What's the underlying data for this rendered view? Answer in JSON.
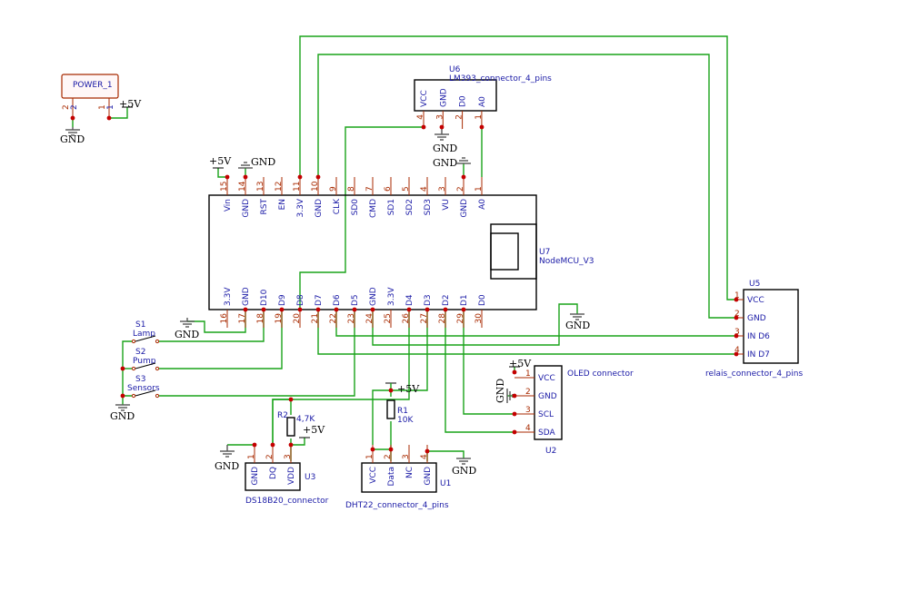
{
  "colors": {
    "wire": "#19a319",
    "body": "#000000",
    "pin": "#a82a00",
    "text": "#1a1aa6",
    "junction": "#c40000"
  },
  "power_1": {
    "ref": "POWER_1",
    "pin2_num": "2",
    "pin1_num": "1",
    "pin2_name": "2",
    "pin1_name": "1",
    "gnd_label": "GND",
    "vcc_label": "+5V"
  },
  "u6": {
    "ref": "U6",
    "value": "LM393_connector_4_pins",
    "pins": [
      {
        "num": "4",
        "name": "VCC"
      },
      {
        "num": "3",
        "name": "GND"
      },
      {
        "num": "2",
        "name": "D0"
      },
      {
        "num": "1",
        "name": "A0"
      }
    ],
    "gnd_label": "GND"
  },
  "u7": {
    "ref": "U7",
    "value": "NodeMCU_V3",
    "top_pins": [
      {
        "num": "15",
        "name": "Vin"
      },
      {
        "num": "14",
        "name": "GND"
      },
      {
        "num": "13",
        "name": "RST"
      },
      {
        "num": "12",
        "name": "EN"
      },
      {
        "num": "11",
        "name": "3.3V"
      },
      {
        "num": "10",
        "name": "GND"
      },
      {
        "num": "9",
        "name": "CLK"
      },
      {
        "num": "8",
        "name": "SD0"
      },
      {
        "num": "7",
        "name": "CMD"
      },
      {
        "num": "6",
        "name": "SD1"
      },
      {
        "num": "5",
        "name": "SD2"
      },
      {
        "num": "4",
        "name": "SD3"
      },
      {
        "num": "3",
        "name": "VU"
      },
      {
        "num": "2",
        "name": "GND"
      },
      {
        "num": "1",
        "name": "A0"
      }
    ],
    "bottom_pins": [
      {
        "num": "16",
        "name": "3.3V"
      },
      {
        "num": "17",
        "name": "GND"
      },
      {
        "num": "18",
        "name": "D10"
      },
      {
        "num": "19",
        "name": "D9"
      },
      {
        "num": "20",
        "name": "D8"
      },
      {
        "num": "21",
        "name": "D7"
      },
      {
        "num": "22",
        "name": "D6"
      },
      {
        "num": "23",
        "name": "D5"
      },
      {
        "num": "24",
        "name": "GND"
      },
      {
        "num": "25",
        "name": "3.3V"
      },
      {
        "num": "26",
        "name": "D4"
      },
      {
        "num": "27",
        "name": "D3"
      },
      {
        "num": "28",
        "name": "D2"
      },
      {
        "num": "29",
        "name": "D1"
      },
      {
        "num": "30",
        "name": "D0"
      }
    ],
    "vin_label": "+5V",
    "gnd14_label": "GND",
    "gnd2_label": "GND"
  },
  "u5": {
    "ref": "U5",
    "value": "relais_connector_4_pins",
    "pins": [
      {
        "num": "1",
        "name": "VCC"
      },
      {
        "num": "2",
        "name": "GND"
      },
      {
        "num": "3",
        "name": "IN D6"
      },
      {
        "num": "4",
        "name": "IN D7"
      }
    ]
  },
  "u2": {
    "ref": "U2",
    "value": "OLED connector",
    "pins": [
      {
        "num": "1",
        "name": "VCC"
      },
      {
        "num": "2",
        "name": "GND"
      },
      {
        "num": "3",
        "name": "SCL"
      },
      {
        "num": "4",
        "name": "SDA"
      }
    ],
    "vcc_label": "+5V",
    "gnd_label": "GND"
  },
  "switches": [
    {
      "ref": "S1",
      "value": "Lamp"
    },
    {
      "ref": "S2",
      "value": "Pump"
    },
    {
      "ref": "S3",
      "value": "Sensors"
    }
  ],
  "sw_gnd_label": "GND",
  "gnd17_label": "GND",
  "gnd24_label": "GND",
  "r2": {
    "ref": "R2",
    "value": "4,7K",
    "vcc_label": "+5V"
  },
  "r1": {
    "ref": "R1",
    "value": "10K",
    "vcc_label": "+5V"
  },
  "u3": {
    "ref": "U3",
    "value": "DS18B20_connector",
    "pins": [
      {
        "num": "1",
        "name": "GND"
      },
      {
        "num": "2",
        "name": "DQ"
      },
      {
        "num": "3",
        "name": "VDD"
      }
    ],
    "gnd_label": "GND"
  },
  "u1": {
    "ref": "U1",
    "value": "DHT22_connector_4_pins",
    "pins": [
      {
        "num": "1",
        "name": "VCC"
      },
      {
        "num": "2",
        "name": "Data"
      },
      {
        "num": "3",
        "name": "NC"
      },
      {
        "num": "4",
        "name": "GND"
      }
    ],
    "gnd_label": "GND"
  }
}
